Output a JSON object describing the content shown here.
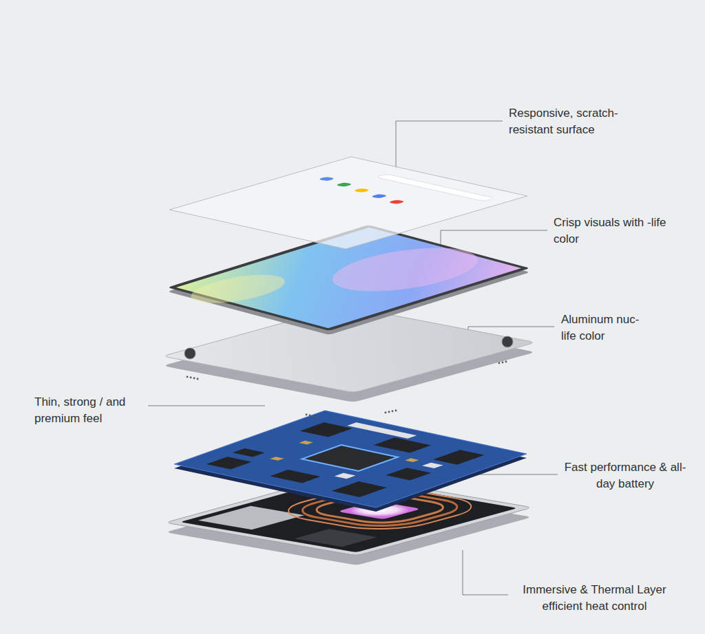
{
  "diagram": {
    "labels": [
      "Responsive, scratch- resistant surface",
      "Crisp visuals with -life color",
      "Aluminum nuc-life color",
      "Thin, strong / and premium feel",
      "Fast performance & all-day battery",
      "Immersive & Thermal Layer efficient heat control"
    ]
  }
}
